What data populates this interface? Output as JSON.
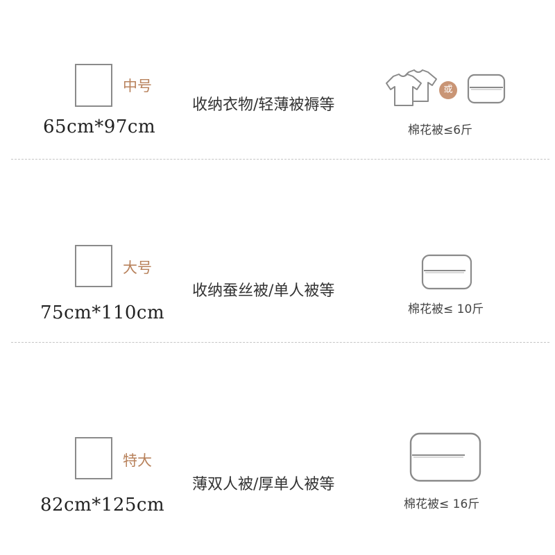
{
  "rows": [
    {
      "size_name": "中号",
      "dimensions": "65cm*97cm",
      "usage": "收纳衣物/轻薄被褥等",
      "or_label": "或",
      "capacity": "棉花被≤6斤"
    },
    {
      "size_name": "大号",
      "dimensions": "75cm*110cm",
      "usage": "收纳蚕丝被/单人被等",
      "capacity": "棉花被≤ 10斤"
    },
    {
      "size_name": "特大",
      "dimensions": "82cm*125cm",
      "usage": "薄双人被/厚单人被等",
      "capacity": "棉花被≤ 16斤"
    }
  ],
  "colors": {
    "accent": "#b8825c",
    "or_badge": "#c99575",
    "outline": "#8a8a8a",
    "divider": "#c4c4c4"
  },
  "icons": [
    "bag-outline-icon",
    "tshirt-icon",
    "folded-quilt-icon"
  ]
}
